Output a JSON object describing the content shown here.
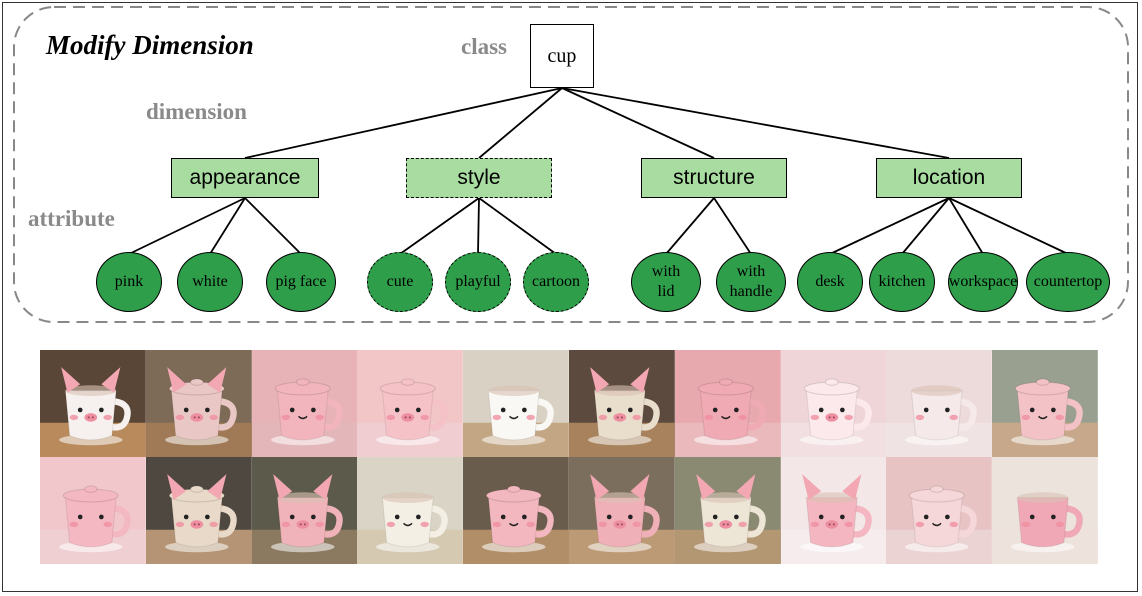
{
  "title": "Modify Dimension",
  "level_labels": {
    "class": "class",
    "dimension": "dimension",
    "attribute": "attribute"
  },
  "root": {
    "label": "cup"
  },
  "dimensions": [
    {
      "label": "appearance",
      "highlighted": false,
      "attributes": [
        {
          "lines": [
            "pink"
          ]
        },
        {
          "lines": [
            "white"
          ]
        },
        {
          "lines": [
            "pig face"
          ]
        }
      ]
    },
    {
      "label": "style",
      "highlighted": true,
      "attributes": [
        {
          "lines": [
            "cute"
          ]
        },
        {
          "lines": [
            "playful"
          ]
        },
        {
          "lines": [
            "cartoon"
          ]
        }
      ]
    },
    {
      "label": "structure",
      "highlighted": false,
      "attributes": [
        {
          "lines": [
            "with",
            "lid"
          ]
        },
        {
          "lines": [
            "with",
            "handle"
          ]
        }
      ]
    },
    {
      "label": "location",
      "highlighted": false,
      "attributes": [
        {
          "lines": [
            "desk"
          ]
        },
        {
          "lines": [
            "kitchen"
          ]
        },
        {
          "lines": [
            "workspace"
          ]
        },
        {
          "lines": [
            "countertop"
          ]
        }
      ]
    }
  ],
  "colors": {
    "dimension_fill": "#a8dca0",
    "attribute_fill": "#2e9e4a",
    "label_gray": "#8a8a8a",
    "dashed_border": "#888888"
  },
  "image_grid": {
    "rows": 2,
    "columns": 10,
    "images": [
      {
        "bg": "#5a4636",
        "table": "#b98a5c",
        "cup": "#f6f1ee",
        "ears": true,
        "lid": false,
        "style": "pig"
      },
      {
        "bg": "#7d6a57",
        "table": "#a07a56",
        "cup": "#e9c7c4",
        "ears": true,
        "lid": true,
        "style": "pig"
      },
      {
        "bg": "#e7b3b7",
        "table": "#e3b7b9",
        "cup": "#f2b5bd",
        "ears": false,
        "lid": true,
        "style": "smile"
      },
      {
        "bg": "#f2c5c7",
        "table": "#f0cdd0",
        "cup": "#f5c2c8",
        "ears": false,
        "lid": true,
        "style": "pig"
      },
      {
        "bg": "#d9d2c4",
        "table": "#c3a784",
        "cup": "#faf8f4",
        "ears": false,
        "lid": false,
        "style": "smile"
      },
      {
        "bg": "#5b4a3d",
        "table": "#a8825c",
        "cup": "#e9ddcc",
        "ears": true,
        "lid": false,
        "style": "pig"
      },
      {
        "bg": "#e7a8ae",
        "table": "#eab9bc",
        "cup": "#f0aab4",
        "ears": false,
        "lid": true,
        "style": "smile"
      },
      {
        "bg": "#f0d5d8",
        "table": "#f2dfe1",
        "cup": "#fbe9ec",
        "ears": false,
        "lid": true,
        "style": "pig"
      },
      {
        "bg": "#eddada",
        "table": "#f0e3e3",
        "cup": "#f6e9ea",
        "ears": false,
        "lid": false,
        "style": "plain"
      },
      {
        "bg": "#9aa08f",
        "table": "#c7a88a",
        "cup": "#f3c2c6",
        "ears": false,
        "lid": true,
        "style": "smile"
      },
      {
        "bg": "#f1c7cc",
        "table": "#f0cfd3",
        "cup": "#f4b8c2",
        "ears": false,
        "lid": true,
        "style": "plain"
      },
      {
        "bg": "#4e4840",
        "table": "#b49474",
        "cup": "#e9d9c9",
        "ears": true,
        "lid": true,
        "style": "pig"
      },
      {
        "bg": "#5c5a4a",
        "table": "#8c7a60",
        "cup": "#f0b3b9",
        "ears": true,
        "lid": false,
        "style": "pig"
      },
      {
        "bg": "#d9d4c6",
        "table": "#d6c9b2",
        "cup": "#f4efe4",
        "ears": false,
        "lid": false,
        "style": "smile"
      },
      {
        "bg": "#6a5c4c",
        "table": "#b28e68",
        "cup": "#f2b7bf",
        "ears": false,
        "lid": true,
        "style": "smile"
      },
      {
        "bg": "#7b6e5c",
        "table": "#bd9a76",
        "cup": "#f0b0b8",
        "ears": true,
        "lid": false,
        "style": "pig"
      },
      {
        "bg": "#8a8a72",
        "table": "#b39672",
        "cup": "#ede5d6",
        "ears": true,
        "lid": false,
        "style": "pig"
      },
      {
        "bg": "#f3e7e8",
        "table": "#f6eced",
        "cup": "#f4b6c0",
        "ears": true,
        "lid": false,
        "style": "pig"
      },
      {
        "bg": "#e8c3c4",
        "table": "#ecd3d3",
        "cup": "#f6d7d9",
        "ears": false,
        "lid": true,
        "style": "smile"
      },
      {
        "bg": "#ece3dc",
        "table": "#eee3dc",
        "cup": "#f0a8b6",
        "ears": false,
        "lid": false,
        "style": "plain"
      }
    ]
  }
}
